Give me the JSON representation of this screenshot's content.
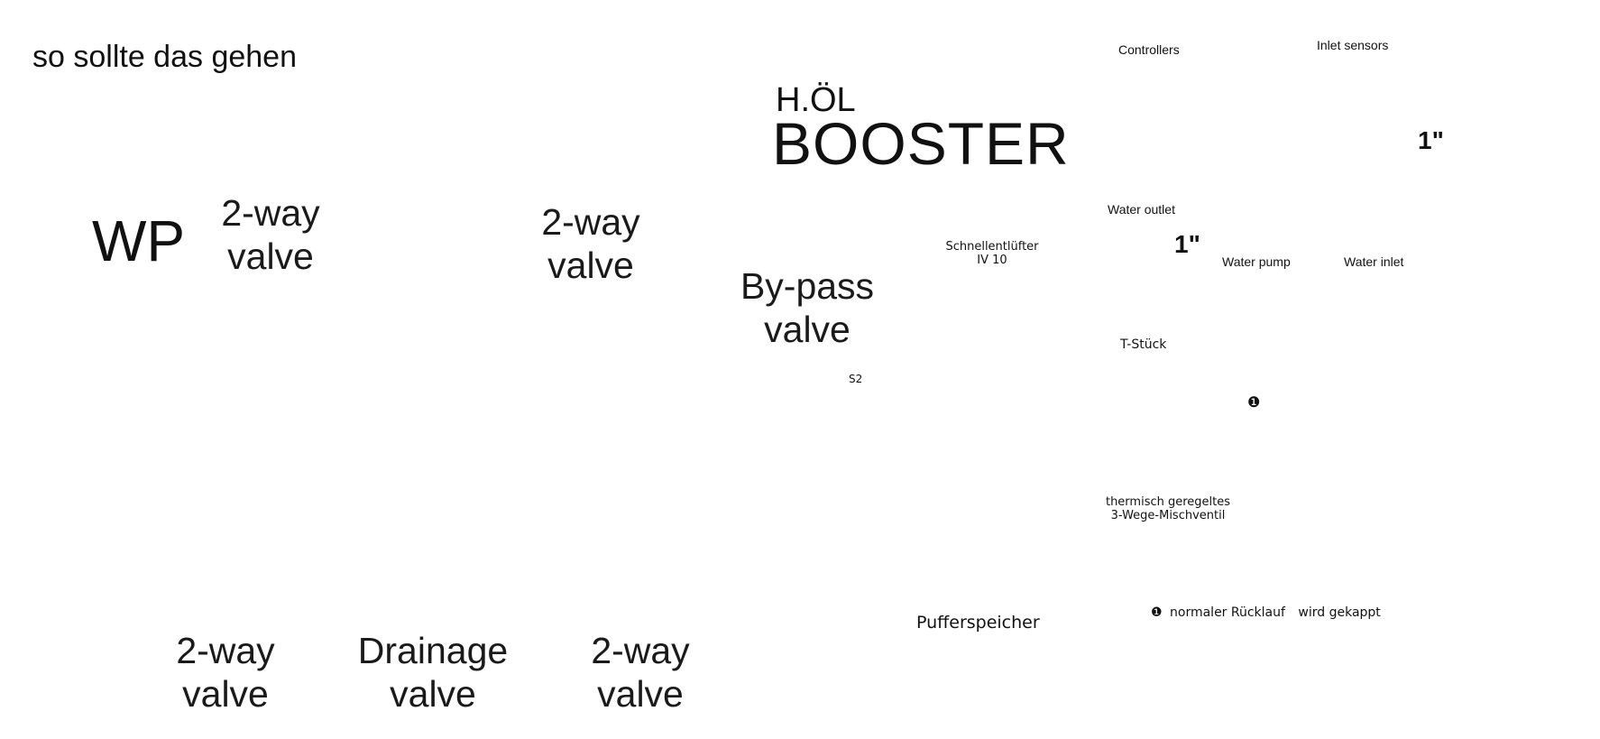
{
  "page": {
    "title": "so sollte das gehen",
    "wp_label": "WP"
  },
  "left_diagram": {
    "labels": {
      "valve_top_left": [
        "2-way",
        "valve"
      ],
      "valve_top_right": [
        "2-way",
        "valve"
      ],
      "bypass": [
        "By-pass",
        "valve"
      ],
      "valve_bottom_left": [
        "2-way",
        "valve"
      ],
      "drainage": [
        "Drainage",
        "valve"
      ],
      "valve_bottom_right": [
        "2-way",
        "valve"
      ]
    }
  },
  "booster": {
    "prefix": "H.ÖL",
    "title": "BOOSTER",
    "callouts": {
      "controllers": "Controllers",
      "inlet_sensors": "Inlet sensors",
      "water_outlet": "Water outlet",
      "water_pump": "Water pump",
      "water_inlet": "Water inlet"
    },
    "pipe_size_outlet": "1\"",
    "pipe_size_inlet": "1\""
  },
  "right_diagram": {
    "vent_label": "Schnellentlüfter",
    "vent_model": "IV 10",
    "tee_label": "T-Stück",
    "sensor_label": "S2",
    "mixer_label_1": "thermisch geregeltes",
    "mixer_label_2": "3-Wege-Mischventil",
    "buffer_label": "Pufferspeicher",
    "marker": "❶",
    "legend_marker": "❶",
    "legend_text_1": "normaler Rücklauf",
    "legend_text_2": "wird gekappt"
  },
  "colors": {
    "hot": "#e24a2b",
    "cold": "#22348f",
    "tank": "#c8c8c8",
    "expansion_tank": "#d23a36"
  }
}
